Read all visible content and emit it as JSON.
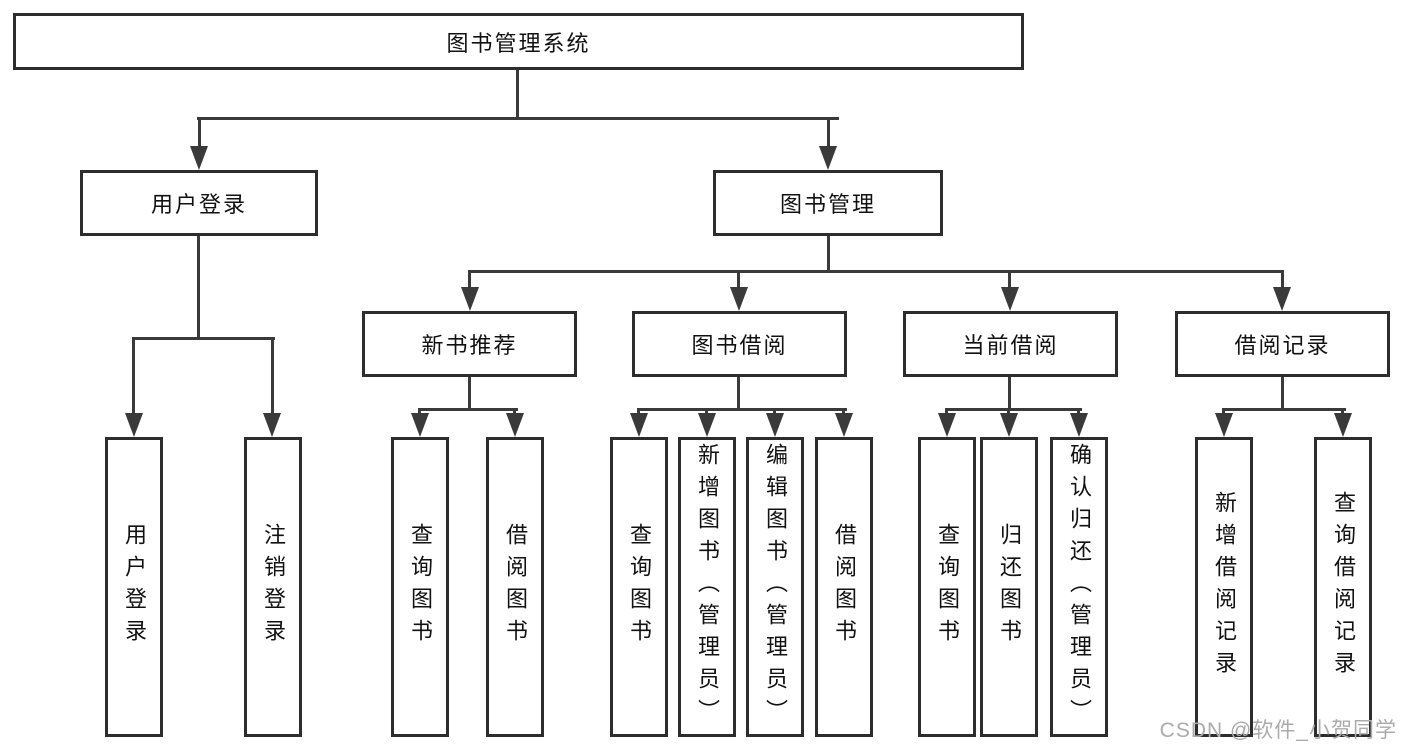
{
  "tree": {
    "root_label": "图书管理系统",
    "branches": [
      {
        "label": "用户登录",
        "children": [
          {
            "label": "用户登录"
          },
          {
            "label": "注销登录"
          }
        ]
      },
      {
        "label": "图书管理",
        "children": [
          {
            "label": "新书推荐",
            "children": [
              {
                "label": "查询图书"
              },
              {
                "label": "借阅图书"
              }
            ]
          },
          {
            "label": "图书借阅",
            "children": [
              {
                "label": "查询图书"
              },
              {
                "label": "新增图书（管理员）"
              },
              {
                "label": "编辑图书（管理员）"
              },
              {
                "label": "借阅图书"
              }
            ]
          },
          {
            "label": "当前借阅",
            "children": [
              {
                "label": "查询图书"
              },
              {
                "label": "归还图书"
              },
              {
                "label": "确认归还（管理员）"
              }
            ]
          },
          {
            "label": "借阅记录",
            "children": [
              {
                "label": "新增借阅记录"
              },
              {
                "label": "查询借阅记录"
              }
            ]
          }
        ]
      }
    ]
  },
  "watermark": "CSDN @软件_小贺同学",
  "colors": {
    "line": "#3a3a3a",
    "box_border": "#2d2d2d",
    "text": "#111111",
    "watermark": "#ababab",
    "background": "#ffffff"
  }
}
